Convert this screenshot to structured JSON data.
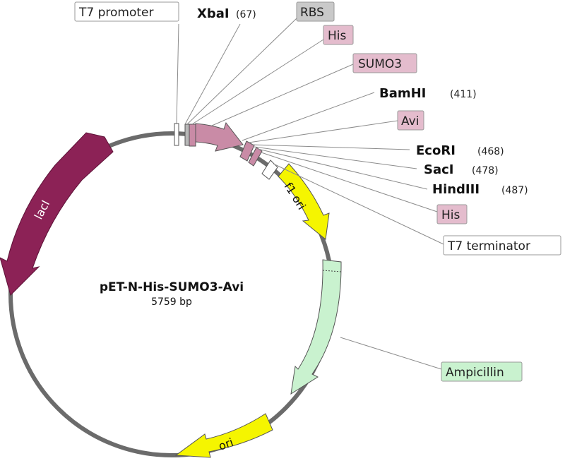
{
  "plasmid": {
    "name": "pET-N-His-SUMO3-Avi",
    "length": "5759 bp"
  },
  "feature_labels": {
    "t7_promoter": "T7 promoter",
    "rbs": "RBS",
    "his_n": "His",
    "sumo3": "SUMO3",
    "avi": "Avi",
    "his_c": "His",
    "t7_terminator": "T7 terminator",
    "ampicillin": "Ampicillin",
    "laci": "lacI",
    "f1_ori": "f1 ori",
    "ori": "ori"
  },
  "sites": {
    "xbai": {
      "name": "XbaI",
      "pos": "(67)"
    },
    "bamhi": {
      "name": "BamHI",
      "pos": "(411)"
    },
    "ecori": {
      "name": "EcoRI",
      "pos": "(468)"
    },
    "saci": {
      "name": "SacI",
      "pos": "(478)"
    },
    "hindiii": {
      "name": "HindIII",
      "pos": "(487)"
    }
  },
  "colors": {
    "backbone": "#6b6b6b",
    "laci": "#8c2256",
    "sumo": "#c98ba6",
    "his_avi_box": "#e4bccd",
    "rbs_box": "#c9c9c9",
    "f1_ori": "#f5f500",
    "ori": "#f5f500",
    "ampicillin": "#c9f2cf"
  }
}
